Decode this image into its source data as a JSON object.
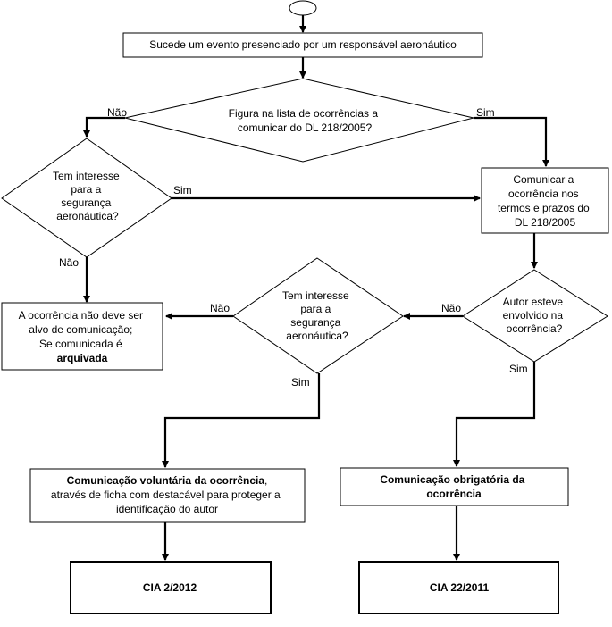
{
  "nodes": {
    "evento": {
      "lines": [
        "Sucede um evento presenciado por um responsável aeronáutico"
      ]
    },
    "figura": {
      "lines": [
        "Figura na lista de ocorrências a",
        "comunicar do DL 218/2005?"
      ]
    },
    "interesse_esq": {
      "lines": [
        "Tem interesse",
        "para a",
        "segurança",
        "aeronáutica?"
      ]
    },
    "comunicar": {
      "lines": [
        "Comunicar a",
        "ocorrência nos",
        "termos e prazos do",
        "DL 218/2005"
      ]
    },
    "nao_comunicar": {
      "lines": [
        "A ocorrência não deve ser",
        "alvo de comunicação;",
        "Se comunicada é"
      ],
      "bold_line": "arquivada"
    },
    "interesse_centro": {
      "lines": [
        "Tem interesse",
        "para a",
        "segurança",
        "aeronáutica?"
      ]
    },
    "autor": {
      "lines": [
        "Autor esteve",
        "envolvido na",
        "ocorrência?"
      ]
    },
    "voluntaria": {
      "bold_line": "Comunicação voluntária da ocorrência",
      "bold_suffix": ",",
      "lines": [
        "através de ficha com destacável para proteger a",
        "identificação do autor"
      ]
    },
    "obrigatoria": {
      "bold_lines": [
        "Comunicação obrigatória da",
        "ocorrência"
      ]
    },
    "cia1": {
      "label": "CIA 2/2012"
    },
    "cia2": {
      "label": "CIA 22/2011"
    }
  },
  "edge_labels": {
    "figura_nao": "Não",
    "figura_sim": "Sim",
    "interesse_esq_sim": "Sim",
    "interesse_esq_nao": "Não",
    "interesse_centro_nao": "Não",
    "interesse_centro_sim": "Sim",
    "autor_nao": "Não",
    "autor_sim": "Sim"
  }
}
